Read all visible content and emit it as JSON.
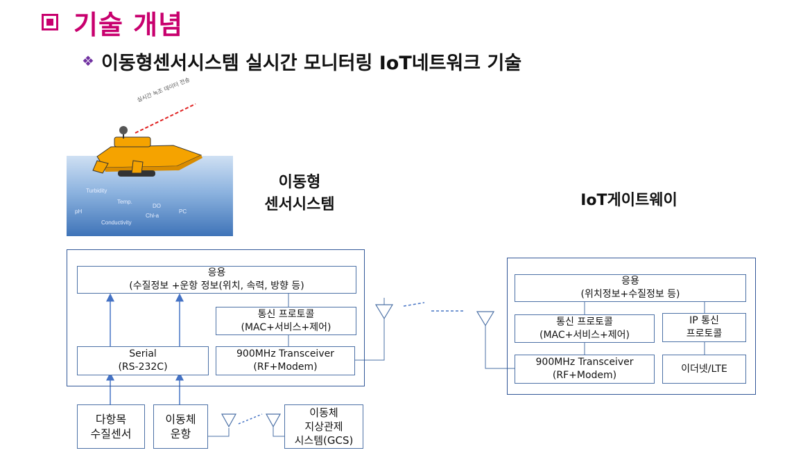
{
  "title": "기술 개념",
  "subtitle": "이동형센서시스템 실시간 모니터링 IoT네트워크 기술",
  "colors": {
    "title": "#c8006e",
    "diamond": "#7030a0",
    "box_border": "#4a6fa5",
    "arrow": "#4472c4"
  },
  "image": {
    "caption": "실시간 녹조 데이터 전송",
    "params": [
      "Turbidity",
      "Temp.",
      "DO",
      "pH",
      "Chl-a",
      "PC",
      "Conductivity"
    ]
  },
  "mobile_label": [
    "이동형",
    "센서시스템"
  ],
  "gateway_label": "IoT게이트웨이",
  "left": {
    "app": [
      "응용",
      "(수질정보 +운항 정보(위치, 속력, 방향 등)"
    ],
    "protocol": [
      "통신 프로토콜",
      "(MAC+서비스+제어)"
    ],
    "serial": [
      "Serial",
      "(RS-232C)"
    ],
    "transceiver": [
      "900MHz Transceiver",
      "(RF+Modem)"
    ],
    "sensor": [
      "다항목",
      "수질센서"
    ],
    "vehicle": [
      "이동체",
      "운항"
    ],
    "gcs": [
      "이동체",
      "지상관제",
      "시스템(GCS)"
    ]
  },
  "right": {
    "app": [
      "응용",
      "(위치정보+수질정보 등)"
    ],
    "protocol": [
      "통신 프로토콜",
      "(MAC+서비스+제어)"
    ],
    "ip": [
      "IP 통신",
      "프로토콜"
    ],
    "transceiver": [
      "900MHz Transceiver",
      "(RF+Modem)"
    ],
    "ethernet": "이더넷/LTE"
  }
}
